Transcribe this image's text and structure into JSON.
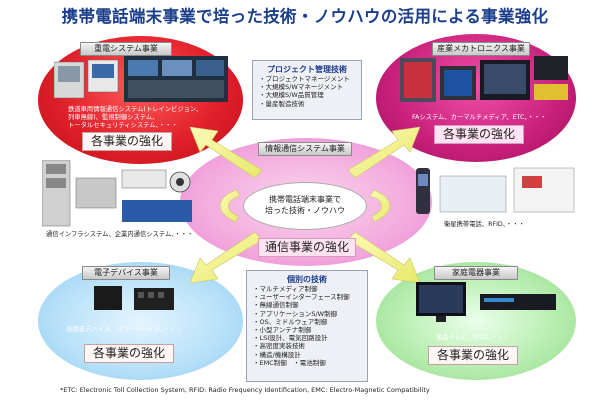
{
  "title": "携帯電話端末事業で培った技術・ノウハウの活用による事業強化",
  "quadrants": {
    "top_left": {
      "header": "重電システム事業",
      "caption_lines": [
        "鉄道車両情報通信システム(トレインビジョン、",
        "列車無線)、監視制御システム、",
        "トータルセキュリティシステム、・・・"
      ],
      "strength": "各事業の強化"
    },
    "top_right": {
      "header": "産業メカトロニクス事業",
      "caption": "FAシステム、カーマルチメディア、ETC、・・・",
      "strength": "各事業の強化"
    },
    "bottom_left": {
      "header": "電子デバイス事業",
      "caption": "高周波デバイス、パワーデバイス、・・・",
      "strength": "各事業の強化"
    },
    "bottom_right": {
      "header": "家庭電器事業",
      "caption": "液晶テレビ、DVD、・・・",
      "strength": "各事業の強化"
    }
  },
  "center": {
    "header": "情報通信システム事業",
    "core_lines": [
      "携帯電話端末事業で",
      "培った技術・ノウハウ"
    ],
    "strength": "通信事業の強化",
    "left_caption": "通信インフラシステム、企業内通信システム、・・・",
    "right_caption": "衛星携帯電話、RFID、・・・"
  },
  "project_box": {
    "title": "プロジェクト管理技術",
    "items": [
      "・プロジェクトマネージメント",
      "・大規模S/Wマネージメント",
      "・大規模S/W品質管理",
      "・量産製造技術"
    ]
  },
  "tech_box": {
    "title": "個別の技術",
    "items": [
      "・マルチメディア制御",
      "・ユーザーインターフェース制御",
      "・無線通信制御",
      "・アプリケーションS/W制御",
      "・OS、ミドルウェア制御",
      "・小型アンテナ制御",
      "・LSI設計、電気回路設計",
      "・高密度実装技術",
      "・構造/機構設計",
      "・EMC制御　・電池制御"
    ]
  },
  "footnote": "*ETC: Electronic Toll Collection System, RFID: Radio Frequency Identification, EMC: Electro-Magnetic Compatibility",
  "colors": {
    "title": "#1c3f8c",
    "red_oval": "#e0202a",
    "magenta_oval": "#c8207a",
    "pink_oval": "#f0a8d8",
    "green_oval": "#a8e8a0",
    "blue_oval": "#a8d8f4",
    "arrow": "#f2f28a"
  }
}
